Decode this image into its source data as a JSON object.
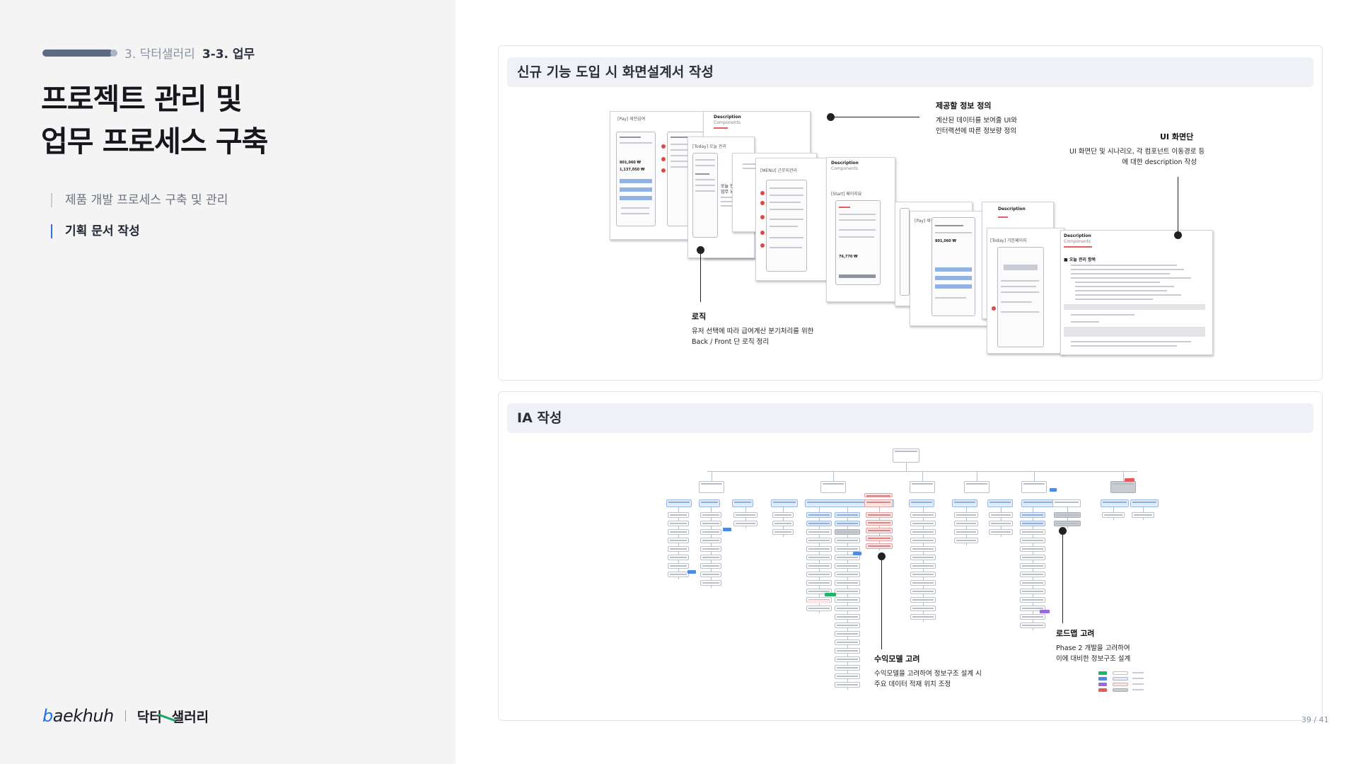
{
  "breadcrumb": {
    "section": "3. 닥터샐러리",
    "subsection": "3-3. 업무"
  },
  "page_title": {
    "line1": "프로젝트 관리 및",
    "line2": "업무 프로세스 구축"
  },
  "side_menu": {
    "items": [
      {
        "label": "제품 개발 프로세스 구축 및 관리",
        "active": false
      },
      {
        "label": "기획 문서 작성",
        "active": true
      }
    ]
  },
  "brand": {
    "logo_prefix": "b",
    "logo_rest": "aekhuh",
    "product_a": "닥터",
    "product_b": "샐러리"
  },
  "card1": {
    "title": "신규 기능 도입 시 화면설계서 작성",
    "annotations": {
      "info": {
        "title": "제공할 정보 정의",
        "desc1": "계산된 데이터를 보여줄 UI와",
        "desc2": "인터랙션에 따른 정보량 정의"
      },
      "ui": {
        "title": "UI 화면단",
        "desc1": "UI 화면단 및 시나리오, 각 컴포넌트 이동경로 등",
        "desc2": "에 대한 description 작성"
      },
      "logic": {
        "title": "로직",
        "desc1": "유저 선택에 따라 급여계산 분기처리를 위한",
        "desc2": "Back / Front 단 로직 정리"
      }
    },
    "thumbs": {
      "pay_header": "[Pay] 세전급여",
      "today_header": "[Today] 오늘 관리",
      "menu_header": "[MENU] 근무지관리",
      "start_header": "[Start] 페이지뷰",
      "pay2_header": "[Pay] 세전급여",
      "today2_header": "[Today] 기본페이지",
      "description": "Description",
      "components": "Components",
      "amount1": "801,060 ₩",
      "amount2": "1,137,050 ₩",
      "amount3": "76,770 ₩",
      "note_today": "오늘 관리 항목 내",
      "note_today2": "업무 노출 로직",
      "step_label": "■ 오늘 관리 항목"
    }
  },
  "card2": {
    "title": "IA 작성",
    "annotations": {
      "revenue": {
        "title": "수익모델 고려",
        "desc1": "수익모델을 고려하여 정보구조 설계 시",
        "desc2": "주요 데이터 적재 위치 조정"
      },
      "roadmap": {
        "title": "로드맵 고려",
        "desc1": "Phase 2 개발을 고려하여",
        "desc2": "이에 대비한 정보구조 설계"
      }
    },
    "colors": {
      "blue": "#e2ecfb",
      "pink": "#fde6e6",
      "gray": "#c9ccd1",
      "tag_blue": "#4a8be8",
      "tag_green": "#22b36a",
      "tag_purple": "#9a6be0",
      "tag_red": "#e55a5a"
    }
  },
  "page_number": "39 / 41"
}
